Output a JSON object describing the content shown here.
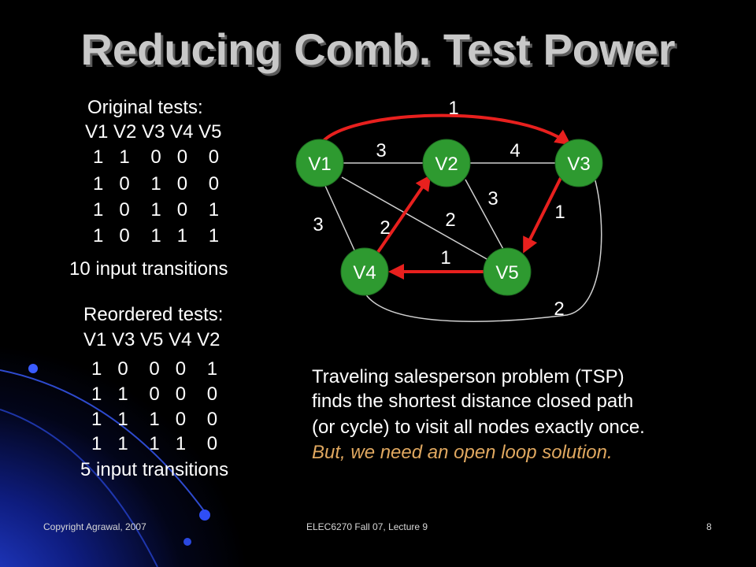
{
  "slide": {
    "title": "Reducing Comb. Test Power"
  },
  "original": {
    "heading": "Original tests:",
    "columns": "V1 V2 V3 V4 V5",
    "rows": [
      "1   1    0   0    0",
      "1   0    1   0    0",
      "1   0    1   0    1",
      "1   0    1   1    1"
    ],
    "summary": "10 input transitions"
  },
  "reordered": {
    "heading": "Reordered tests:",
    "columns": "V1 V3 V5 V4 V2",
    "rows": [
      "1   0    0   0    1",
      "1   1    0   0    0",
      "1   1    1   0    0",
      "1   1    1   1    0"
    ],
    "summary": "5 input transitions"
  },
  "graph": {
    "nodes": [
      "V1",
      "V2",
      "V3",
      "V4",
      "V5"
    ],
    "weights": {
      "v1_v3_arc": "1",
      "v1_v2": "3",
      "v2_v3": "4",
      "v1_v4": "3",
      "v4_v2": "2",
      "v1_v5": "2",
      "v2_v5": "3",
      "v3_v5": "1",
      "v5_v4": "1",
      "v4_v3_arc": "2"
    },
    "colors": {
      "node": "#2e9a30",
      "path_edge": "#e8201e",
      "plain_edge": "#d0d0d0"
    }
  },
  "description": {
    "lines": [
      "Traveling salesperson problem (TSP)",
      "finds the shortest distance closed path",
      "(or cycle) to visit all nodes exactly once."
    ],
    "note": "But, we need an open loop solution."
  },
  "footer": {
    "copyright": "Copyright Agrawal, 2007",
    "course": "ELEC6270 Fall 07, Lecture 9",
    "page": "8"
  }
}
